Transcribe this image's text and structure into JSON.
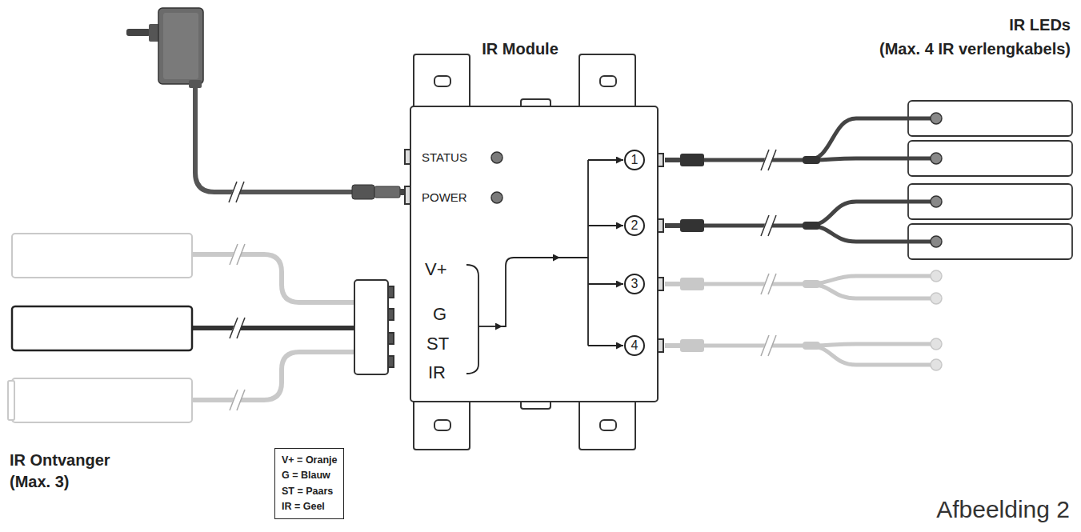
{
  "diagram": {
    "caption": "Afbeelding 2",
    "nodes": [
      {
        "text": [
          "IR Module",
          "STATUS",
          "POWER",
          "V+",
          "G",
          "ST",
          "IR"
        ]
      },
      {
        "text": [
          "1"
        ],
        "in": 0
      },
      {
        "text": [
          "2"
        ],
        "in": 0
      },
      {
        "text": [
          "3"
        ],
        "in": 0
      },
      {
        "text": [
          "4"
        ],
        "in": 0
      },
      {
        "text": [
          "V+ = Oranje",
          "G = Blauw",
          "ST = Paars",
          "IR = Geel"
        ]
      }
    ],
    "labels": [
      "IR LEDs",
      "(Max. 4 IR verlengkabels)",
      "IR Ontvanger",
      "(Max. 3)"
    ]
  }
}
